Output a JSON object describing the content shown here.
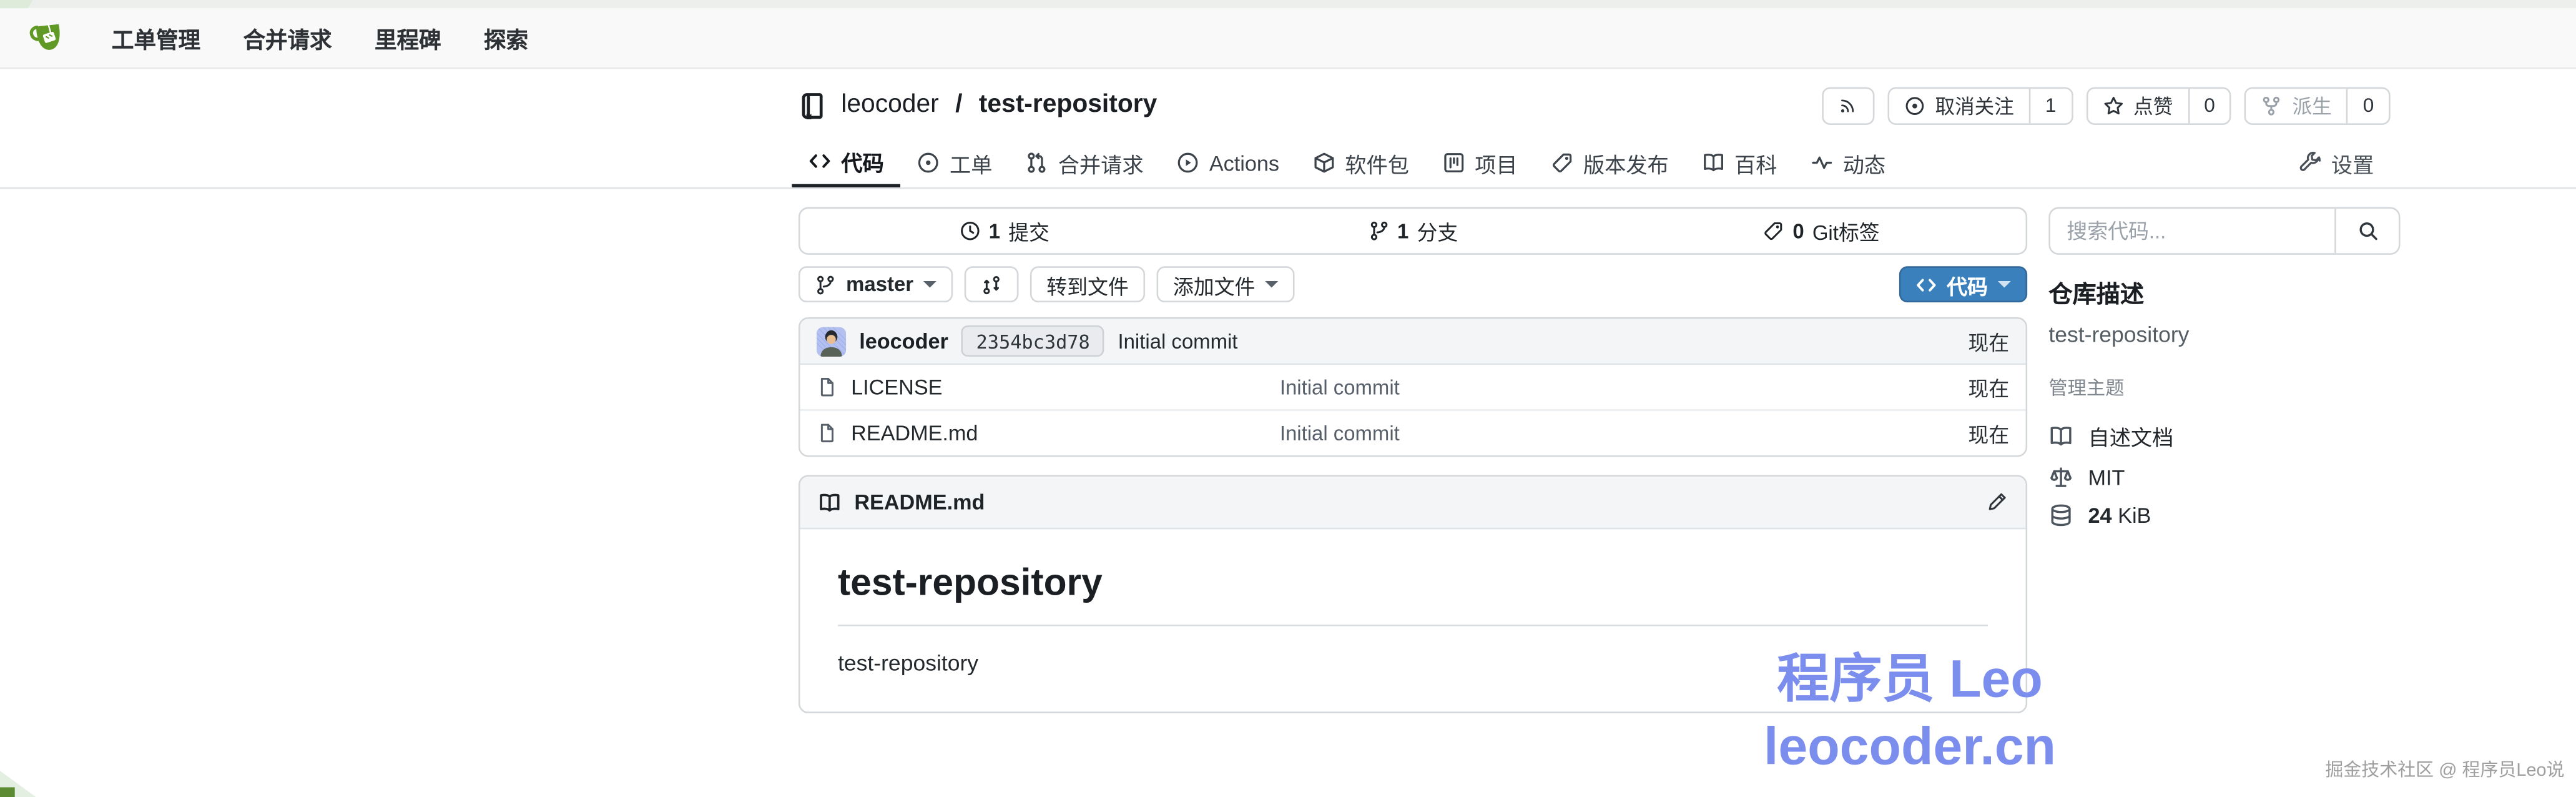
{
  "navbar": {
    "items": [
      {
        "label": "工单管理"
      },
      {
        "label": "合并请求"
      },
      {
        "label": "里程碑"
      },
      {
        "label": "探索"
      }
    ]
  },
  "repo_header": {
    "owner": "leocoder",
    "separator": "/",
    "name": "test-repository",
    "actions": {
      "watch": {
        "label": "取消关注",
        "count": "1"
      },
      "star": {
        "label": "点赞",
        "count": "0"
      },
      "fork": {
        "label": "派生",
        "count": "0"
      }
    }
  },
  "tabs": {
    "items": [
      {
        "label": "代码"
      },
      {
        "label": "工单"
      },
      {
        "label": "合并请求"
      },
      {
        "label": "Actions"
      },
      {
        "label": "软件包"
      },
      {
        "label": "项目"
      },
      {
        "label": "版本发布"
      },
      {
        "label": "百科"
      },
      {
        "label": "动态"
      }
    ],
    "settings_label": "设置"
  },
  "stats": {
    "items": [
      {
        "count": "1",
        "label": "提交"
      },
      {
        "count": "1",
        "label": "分支"
      },
      {
        "count": "0",
        "label": "Git标签"
      }
    ]
  },
  "branch_bar": {
    "branch": "master",
    "goto_file_label": "转到文件",
    "add_file_label": "添加文件",
    "code_label": "代码"
  },
  "commit": {
    "author": "leocoder",
    "hash": "2354bc3d78",
    "message": "Initial commit",
    "time": "现在"
  },
  "files": [
    {
      "name": "LICENSE",
      "message": "Initial commit",
      "time": "现在"
    },
    {
      "name": "README.md",
      "message": "Initial commit",
      "time": "现在"
    }
  ],
  "readme": {
    "filename": "README.md",
    "heading": "test-repository",
    "body": "test-repository"
  },
  "sidebar": {
    "search_placeholder": "搜索代码...",
    "description_title": "仓库描述",
    "description": "test-repository",
    "topics_label": "管理主题",
    "meta": {
      "readme": "自述文档",
      "license": "MIT",
      "size_value": "24",
      "size_unit": "KiB"
    }
  },
  "watermark": {
    "line1": "程序员 Leo",
    "line2": "leocoder.cn"
  },
  "footer": {
    "badge": "掘金技术社区 @ 程序员Leo说"
  },
  "colors": {
    "accent_blue": "#3a80bc",
    "brand_green": "#609926",
    "watermark_blue": "#7b8eee",
    "header_grey": "#f3f5f7"
  }
}
